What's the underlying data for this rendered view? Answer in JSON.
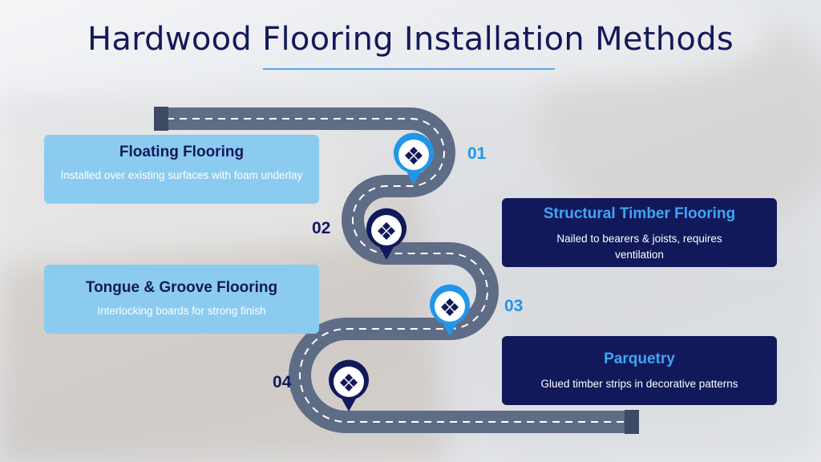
{
  "title": "Hardwood Flooring Installation Methods",
  "colors": {
    "navy": "#12195a",
    "light_blue": "#8ccbf0",
    "accent_blue": "#2196e9",
    "road": "#5f6c86"
  },
  "steps": [
    {
      "number": "01",
      "title": "Floating Flooring",
      "description": "Installed over existing surfaces with foam underlay",
      "icon": "floor-tiles-icon"
    },
    {
      "number": "02",
      "title": "Structural Timber Flooring",
      "description": "Nailed to bearers & joists, requires ventilation",
      "icon": "floor-tiles-icon"
    },
    {
      "number": "03",
      "title": "Tongue & Groove Flooring",
      "description": "Interlocking boards for strong finish",
      "icon": "floor-tiles-icon"
    },
    {
      "number": "04",
      "title": "Parquetry",
      "description": "Glued timber strips in decorative patterns",
      "icon": "floor-tiles-icon"
    }
  ]
}
